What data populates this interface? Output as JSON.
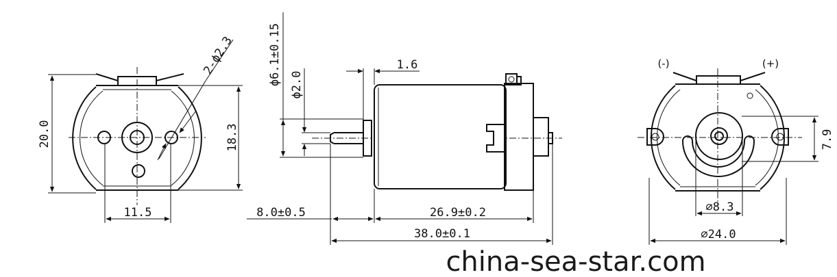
{
  "front_view": {
    "height_dim": "20.0",
    "inner_height_dim": "18.3",
    "bottom_width_dim": "11.5",
    "hole_callout": "2-ϕ2.3"
  },
  "side_view": {
    "boss_diameter_dim": "ϕ6.1±0.15",
    "shaft_diameter_dim": "ϕ2.0",
    "boss_length_dim": "1.6",
    "shaft_length_dim": "8.0±0.5",
    "body_length_dim": "26.9±0.2",
    "overall_length_dim": "38.0±0.1"
  },
  "rear_view": {
    "negative_label": "(-)",
    "positive_label": "(+)",
    "terminal_spacing_dim": "7.9",
    "bearing_diameter_dim": "∅8.3",
    "body_diameter_dim": "∅24.0"
  },
  "watermark": "china-sea-star.com"
}
